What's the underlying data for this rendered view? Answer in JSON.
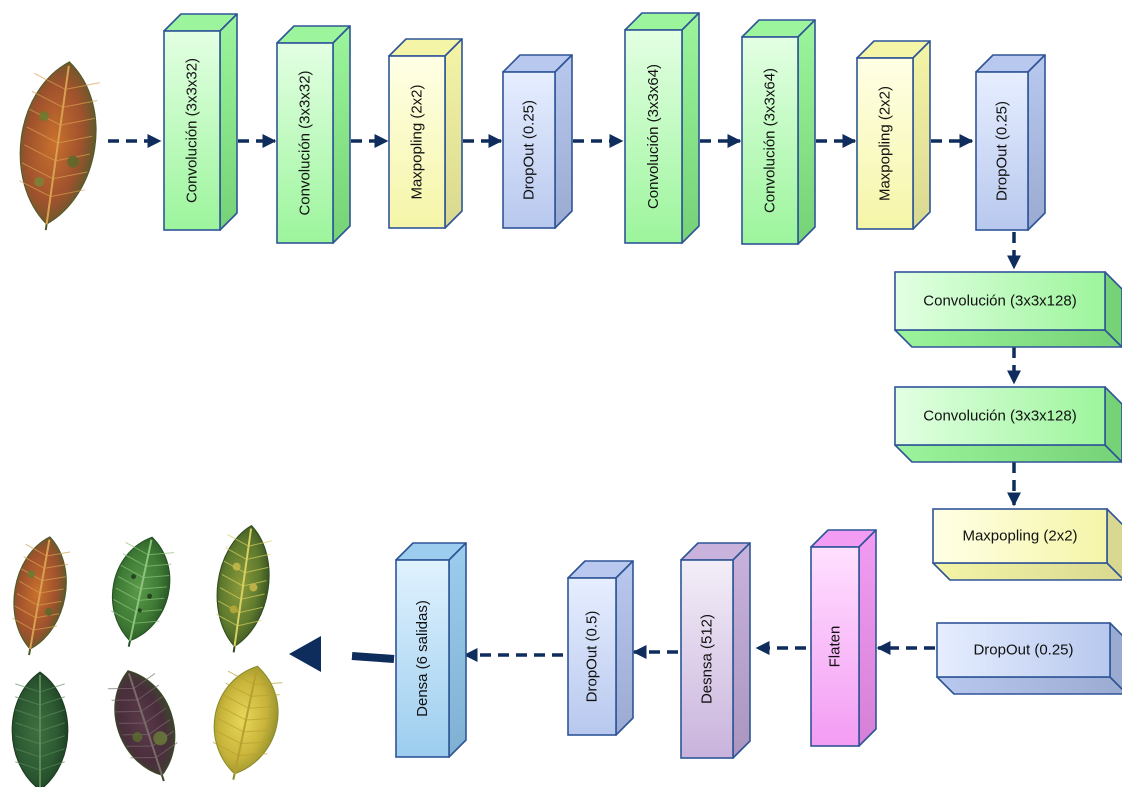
{
  "colors": {
    "green_light": "#e3ffe3",
    "green_mid": "#9cf59c",
    "green_dark": "#76d276",
    "yellow_light": "#ffffe6",
    "yellow_mid": "#f5f5a8",
    "yellow_dark": "#d8d890",
    "blue_light": "#e6eeff",
    "blue_mid": "#b8c8ee",
    "blue_dark": "#9aaad0",
    "purple_light": "#f3eef8",
    "purple_mid": "#c9b3dc",
    "purple_dark": "#a995bd",
    "pink_light": "#ffe0ff",
    "pink_mid": "#f39cf3",
    "pink_dark": "#d67fd6",
    "cyan_light": "#e0f2ff",
    "cyan_mid": "#9ccdee",
    "cyan_dark": "#7fb0d2",
    "outline": "#2f5597",
    "arrow": "#0f2d5c"
  },
  "input_image": {
    "name": "input-leaf-image",
    "leaf": "diseased-leaf-red-orange"
  },
  "layers": [
    {
      "name": "conv1",
      "label": "Convolución (3x3x32)",
      "color": "green"
    },
    {
      "name": "conv2",
      "label": "Convolución (3x3x32)",
      "color": "green"
    },
    {
      "name": "maxpool1",
      "label": "Maxpopling (2x2)",
      "color": "yellow"
    },
    {
      "name": "dropout1",
      "label": "DropOut (0.25)",
      "color": "blue"
    },
    {
      "name": "conv3",
      "label": "Convolución (3x3x64)",
      "color": "green"
    },
    {
      "name": "conv4",
      "label": "Convolución (3x3x64)",
      "color": "green"
    },
    {
      "name": "maxpool2",
      "label": "Maxpopling (2x2)",
      "color": "yellow"
    },
    {
      "name": "dropout2",
      "label": "DropOut (0.25)",
      "color": "blue"
    },
    {
      "name": "conv5",
      "label": "Convolución (3x3x128)",
      "color": "green"
    },
    {
      "name": "conv6",
      "label": "Convolución (3x3x128)",
      "color": "green"
    },
    {
      "name": "maxpool3",
      "label": "Maxpopling (2x2)",
      "color": "yellow"
    },
    {
      "name": "dropout3",
      "label": "DropOut (0.25)",
      "color": "blue"
    },
    {
      "name": "flatten",
      "label": "Flaten",
      "color": "pink"
    },
    {
      "name": "dense512",
      "label": "Desnsa (512)",
      "color": "purple"
    },
    {
      "name": "dropout4",
      "label": "DropOut (0.5)",
      "color": "blue"
    },
    {
      "name": "dense-out",
      "label": "Densa (6 salidas)",
      "color": "cyan"
    }
  ],
  "output_images": [
    {
      "name": "output-leaf-1",
      "leaf": "diseased-leaf-red-orange"
    },
    {
      "name": "output-leaf-2",
      "leaf": "green-leaf-dark-spots"
    },
    {
      "name": "output-leaf-3",
      "leaf": "green-leaf-yellow-spots"
    },
    {
      "name": "output-leaf-4",
      "leaf": "healthy-dark-green-leaf"
    },
    {
      "name": "output-leaf-5",
      "leaf": "dark-purple-blighted-leaf"
    },
    {
      "name": "output-leaf-6",
      "leaf": "yellow-leaf"
    }
  ]
}
